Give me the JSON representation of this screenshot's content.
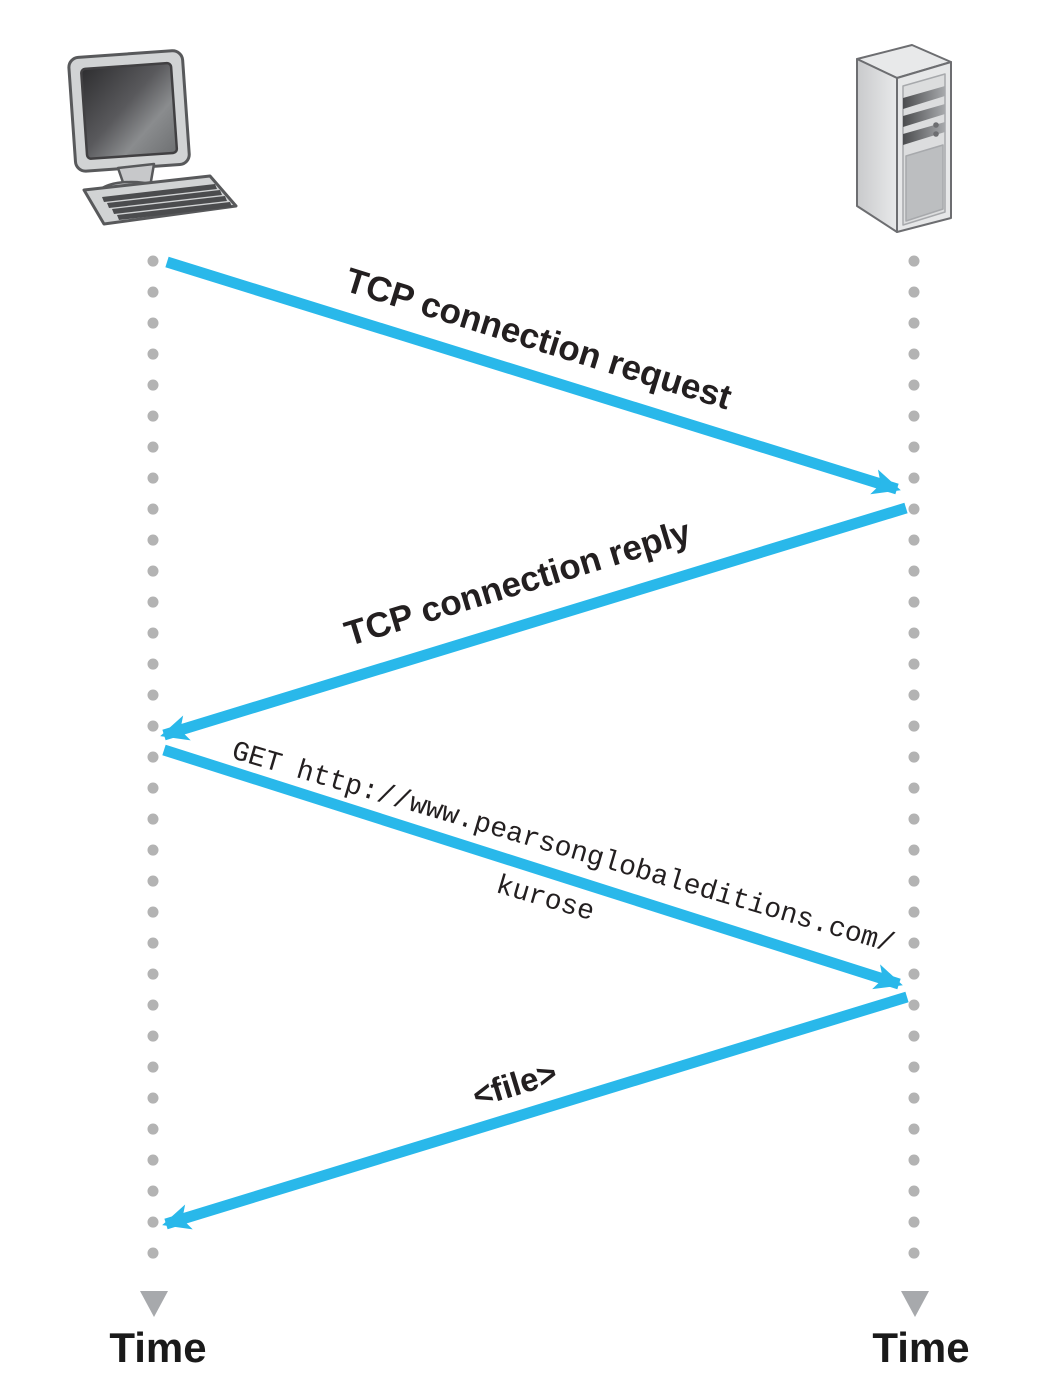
{
  "colors": {
    "arrow": "#29B8EA",
    "timeline_dot": "#B3B3B3",
    "time_arrowhead": "#A7A9AC",
    "label_text": "#231F20"
  },
  "client": {
    "icon": "desktop-computer-icon"
  },
  "server": {
    "icon": "server-tower-icon"
  },
  "messages": [
    {
      "id": "tcp-connection-request",
      "from": "client",
      "to": "server",
      "label": "TCP connection request"
    },
    {
      "id": "tcp-connection-reply",
      "from": "server",
      "to": "client",
      "label": "TCP connection reply"
    },
    {
      "id": "http-get-request",
      "from": "client",
      "to": "server",
      "label_line1": "GET http://www.pearsonglobaleditions.com/",
      "label_line2": "kurose"
    },
    {
      "id": "file-response",
      "from": "server",
      "to": "client",
      "label": "<file>"
    }
  ],
  "timelines": {
    "left": {
      "label": "Time"
    },
    "right": {
      "label": "Time"
    }
  }
}
